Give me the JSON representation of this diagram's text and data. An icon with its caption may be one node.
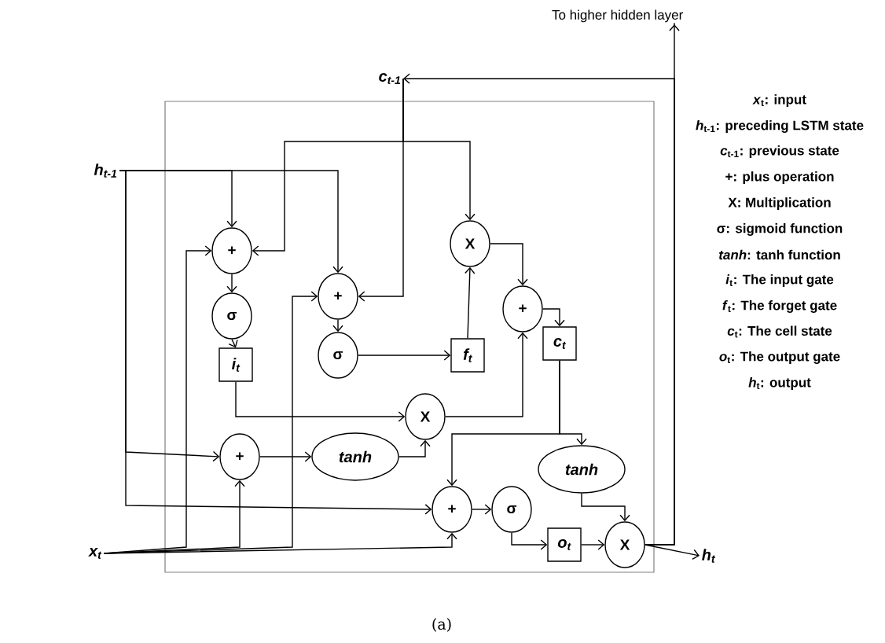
{
  "diagram": {
    "caption": "(a)",
    "nodes": [
      {
        "text": [
          "h$_{t-1}$"
        ]
      },
      {
        "text": [
          "x$_{t}$"
        ]
      },
      {
        "text": [
          "c$_{t-1}$"
        ]
      },
      {
        "text": [
          "To higher hidden layer"
        ]
      },
      {
        "text": [
          "h$_{t}$"
        ]
      },
      {
        "text": [
          "+"
        ]
      },
      {
        "text": [
          "σ"
        ]
      },
      {
        "text": [
          "i$_{t}$"
        ]
      },
      {
        "text": [
          "+"
        ]
      },
      {
        "text": [
          "σ"
        ]
      },
      {
        "text": [
          "f$_{t}$"
        ]
      },
      {
        "text": [
          "X"
        ]
      },
      {
        "text": [
          "+"
        ]
      },
      {
        "text": [
          "c$_{t}$"
        ]
      },
      {
        "text": [
          "X"
        ]
      },
      {
        "text": [
          "+"
        ]
      },
      {
        "text": [
          "tanh"
        ]
      },
      {
        "text": [
          "+"
        ]
      },
      {
        "text": [
          "σ"
        ]
      },
      {
        "text": [
          "o$_{t}$"
        ]
      },
      {
        "text": [
          "tanh"
        ]
      },
      {
        "text": [
          "X"
        ]
      }
    ],
    "edges": [
      {
        "from": 0,
        "to": 5,
        "arrow": "to"
      },
      {
        "from": 0,
        "to": 8,
        "arrow": "to"
      },
      {
        "from": 0,
        "to": 15,
        "arrow": "to"
      },
      {
        "from": 0,
        "to": 17,
        "arrow": "to"
      },
      {
        "from": 1,
        "to": 5,
        "arrow": "to"
      },
      {
        "from": 1,
        "to": 8,
        "arrow": "to"
      },
      {
        "from": 1,
        "to": 15,
        "arrow": "to"
      },
      {
        "from": 1,
        "to": 17,
        "arrow": "to"
      },
      {
        "from": 2,
        "to": 5,
        "arrow": "to"
      },
      {
        "from": 2,
        "to": 8,
        "arrow": "to"
      },
      {
        "from": 2,
        "to": 11,
        "arrow": "to"
      },
      {
        "from": 5,
        "to": 6,
        "arrow": "to"
      },
      {
        "from": 6,
        "to": 7,
        "arrow": "to"
      },
      {
        "from": 8,
        "to": 9,
        "arrow": "to"
      },
      {
        "from": 9,
        "to": 10,
        "arrow": "to"
      },
      {
        "from": 10,
        "to": 11,
        "arrow": "to"
      },
      {
        "from": 11,
        "to": 12,
        "arrow": "to"
      },
      {
        "from": 12,
        "to": 13,
        "arrow": "to"
      },
      {
        "from": 7,
        "to": 14,
        "arrow": "to"
      },
      {
        "from": 15,
        "to": 16,
        "arrow": "to"
      },
      {
        "from": 16,
        "to": 14,
        "arrow": "to"
      },
      {
        "from": 14,
        "to": 12,
        "arrow": "to"
      },
      {
        "from": 13,
        "to": 17,
        "arrow": "to"
      },
      {
        "from": 13,
        "to": 20,
        "arrow": "to"
      },
      {
        "from": 17,
        "to": 18,
        "arrow": "to"
      },
      {
        "from": 18,
        "to": 19,
        "arrow": "to"
      },
      {
        "from": 19,
        "to": 21,
        "arrow": "to"
      },
      {
        "from": 20,
        "to": 21,
        "arrow": "to"
      },
      {
        "from": 21,
        "to": 4,
        "arrow": "to"
      },
      {
        "from": 21,
        "to": 3,
        "arrow": "to"
      },
      {
        "from": 21,
        "to": 2,
        "arrow": "to"
      }
    ],
    "labels": [
      "*x*$_{t}$: input",
      "*h*$_{t-1}$: preceding LSTM state",
      "*c*$_{t-1}$: previous state",
      "+: plus operation",
      "X: Multiplication",
      "σ: sigmoid function",
      "*tanh*: tanh function",
      "*i*$_{t}$: The input gate",
      "*f*$_{t}$: The forget gate",
      "*c*$_{t}$: The cell state",
      "*o*$_{t}$: The output gate",
      "*h*$_{t}$: output"
    ]
  }
}
